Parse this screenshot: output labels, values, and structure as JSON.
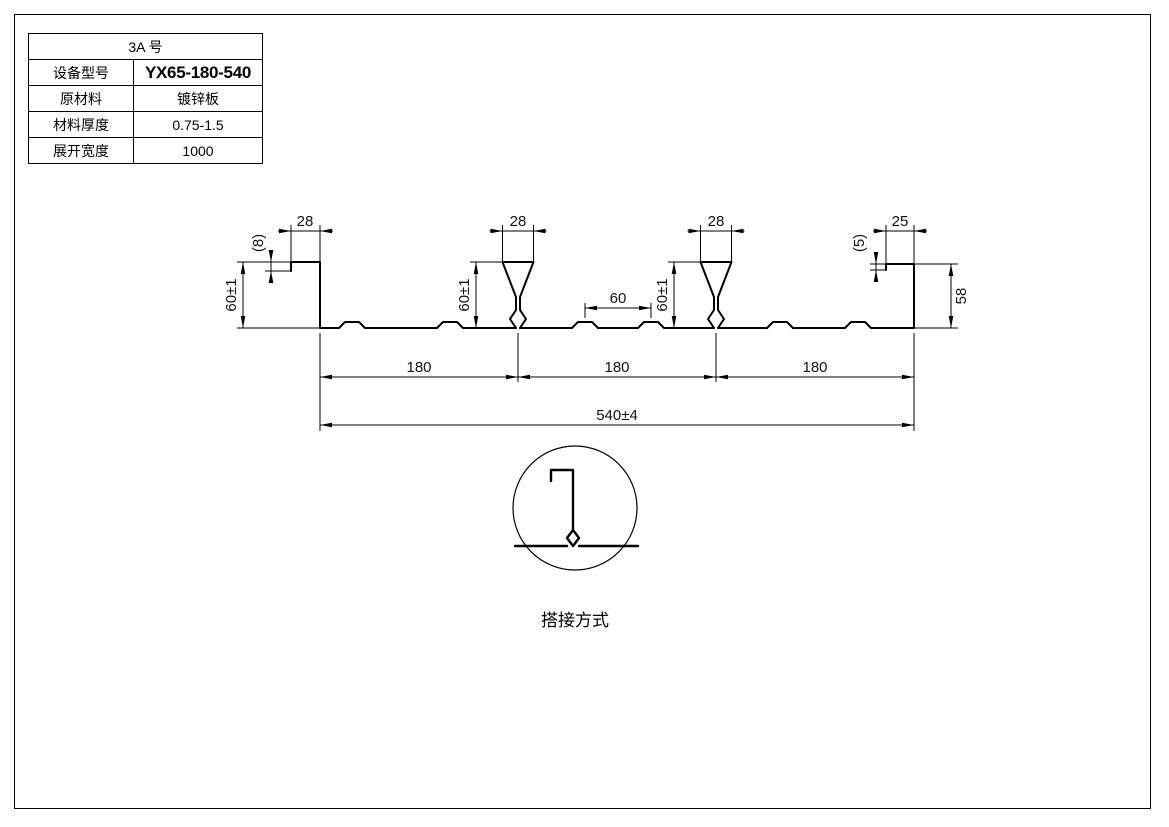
{
  "title_block": {
    "header": "3A  号",
    "rows": [
      {
        "label": "设备型号",
        "value": "YX65-180-540"
      },
      {
        "label": "原材料",
        "value": "镀锌板"
      },
      {
        "label": "材料厚度",
        "value": "0.75-1.5"
      },
      {
        "label": "展开宽度",
        "value": "1000"
      }
    ]
  },
  "dims": {
    "left_lip": "(8)",
    "left_flange": "28",
    "left_height": "60±1",
    "rib1_top": "28",
    "rib1_height": "60±1",
    "rib2_top": "28",
    "rib2_height": "60±1",
    "right_lip": "(5)",
    "right_flange": "25",
    "right_height": "58",
    "valley": "60",
    "pitch_1": "180",
    "pitch_2": "180",
    "pitch_3": "180",
    "overall": "540±4"
  },
  "detail": {
    "caption": "搭接方式"
  }
}
